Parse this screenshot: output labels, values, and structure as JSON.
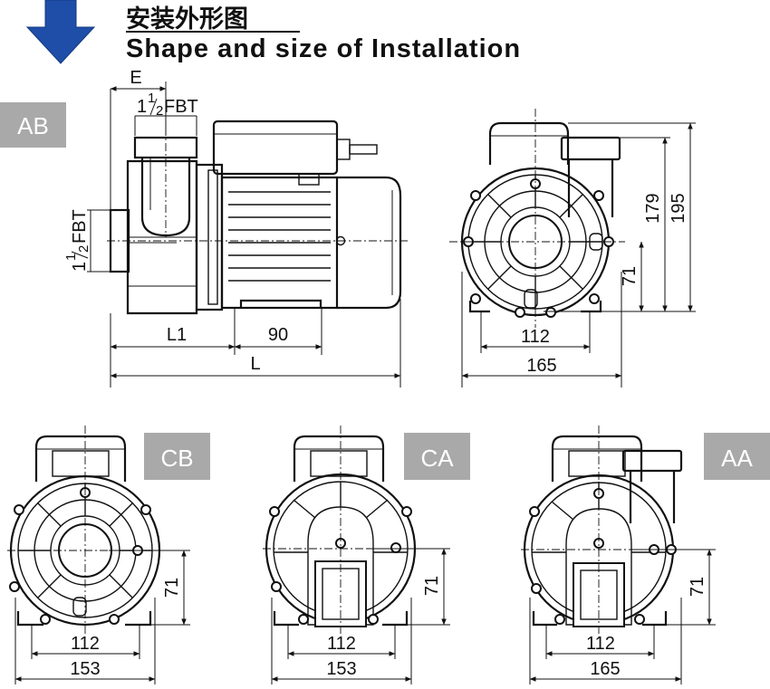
{
  "title": {
    "cn": "安装外形图",
    "en": "Shape and size of Installation"
  },
  "colors": {
    "arrow": "#1e4ea8",
    "badge": "#a9a9a9",
    "line": "#111111"
  },
  "icons": {
    "direction_arrow": "down-arrow-icon"
  },
  "side_view": {
    "label": "AB",
    "dims": {
      "e": "E",
      "thread_top_whole": "1",
      "thread_top_frac_num": "1",
      "thread_top_frac_den": "2",
      "thread_top_suffix": "FBT",
      "thread_side_whole": "1",
      "thread_side_frac_num": "1",
      "thread_side_frac_den": "2",
      "thread_side_suffix": "FBT",
      "l1": "L1",
      "d90": "90",
      "l": "L"
    }
  },
  "end_view_ab": {
    "dims": {
      "h179": "179",
      "h195": "195",
      "h71": "71",
      "w112": "112",
      "w165": "165"
    }
  },
  "views": [
    {
      "label": "CB",
      "h71": "71",
      "w112": "112",
      "w_total": "153"
    },
    {
      "label": "CA",
      "h71": "71",
      "w112": "112",
      "w_total": "153"
    },
    {
      "label": "AA",
      "h71": "71",
      "w112": "112",
      "w_total": "165"
    }
  ]
}
